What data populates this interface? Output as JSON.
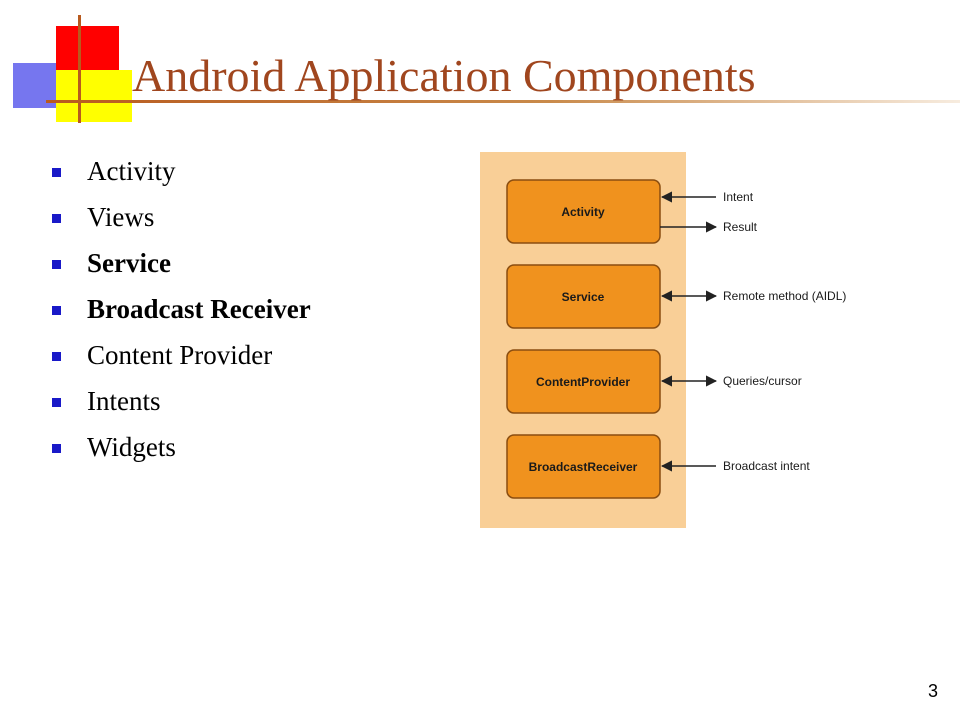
{
  "slide": {
    "title": "Android Application Components",
    "page_number": "3"
  },
  "bullets": [
    {
      "text": "Activity",
      "bold": false
    },
    {
      "text": "Views",
      "bold": false
    },
    {
      "text": "Service",
      "bold": true
    },
    {
      "text": "Broadcast Receiver",
      "bold": true
    },
    {
      "text": "Content Provider",
      "bold": false
    },
    {
      "text": "Intents",
      "bold": false
    },
    {
      "text": "Widgets",
      "bold": false
    }
  ],
  "diagram": {
    "components": [
      "Activity",
      "Service",
      "ContentProvider",
      "BroadcastReceiver"
    ],
    "arrows": {
      "intent": "Intent",
      "result": "Result",
      "remote_method": "Remote method (AIDL)",
      "queries": "Queries/cursor",
      "broadcast": "Broadcast intent"
    }
  },
  "colors": {
    "title": "#a0461e",
    "bullet": "#1919c8",
    "panel": "#f9cf97",
    "component_fill": "#f0921e",
    "component_border": "#8a4d10"
  }
}
